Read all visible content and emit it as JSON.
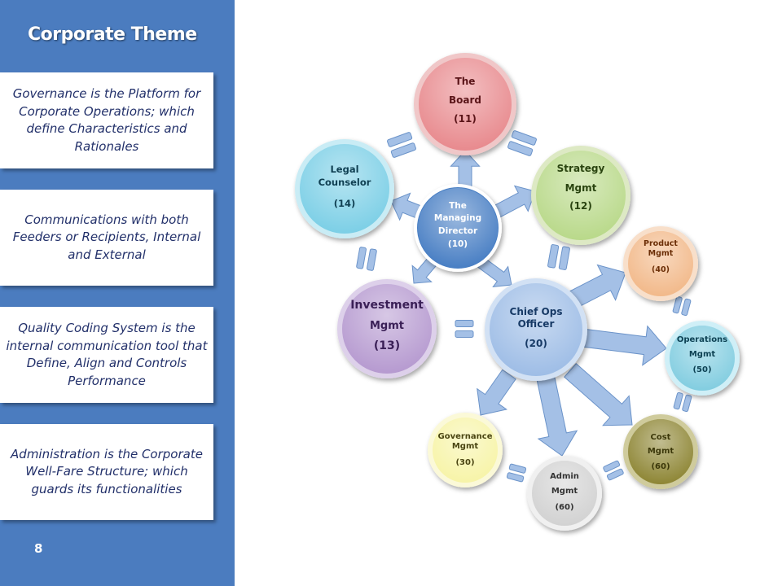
{
  "sidebar": {
    "title": "Corporate Theme",
    "cards": [
      "Governance is the Platform for Corporate Operations; which define Characteristics and Rationales",
      "Communications with both Feeders or Recipients, Internal and External",
      "Quality Coding System is the internal communication tool that Define, Align and Controls Performance",
      "Administration is the Corporate Well-Fare Structure; which guards its functionalities"
    ],
    "page_number": "8"
  },
  "diagram": {
    "nodes": {
      "board": [
        "The",
        "Board",
        "(11)"
      ],
      "director": [
        "The",
        "Managing",
        "Director",
        "(10)"
      ],
      "strategy": [
        "Strategy",
        "Mgmt",
        "(12)"
      ],
      "legal": [
        "Legal",
        "Counselor",
        "(14)"
      ],
      "investment": [
        "Investment",
        "Mgmt",
        "(13)"
      ],
      "coo": [
        "Chief Ops",
        "Officer",
        "(20)"
      ],
      "product": [
        "Product",
        "Mgmt",
        "(40)"
      ],
      "operations": [
        "Operations",
        "Mgmt",
        "(50)"
      ],
      "cost": [
        "Cost",
        "Mgmt",
        "(60)"
      ],
      "admin": [
        "Admin",
        "Mgmt",
        "(60)"
      ],
      "governance": [
        "Governance",
        "Mgmt",
        "(30)"
      ]
    },
    "colors": {
      "board": "#e88a8e",
      "strategy": "#b9d98a",
      "legal": "#7ccfe6",
      "investment": "#b69ad0",
      "director": "#4a7fc4",
      "coo": "#9ebde6",
      "product": "#f2b98a",
      "operations": "#82cde0",
      "cost": "#8e8636",
      "admin": "#d2d2d2",
      "governance": "#f7f4a8",
      "arrow": "#a4c0e6",
      "arrow_stroke": "#6b93c9"
    }
  }
}
